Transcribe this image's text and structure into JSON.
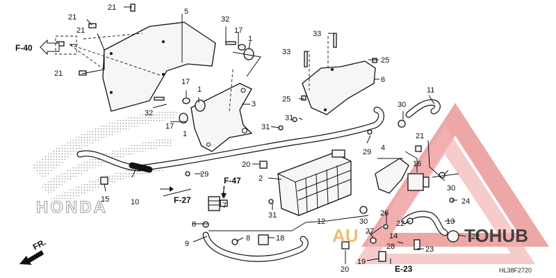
{
  "brand": {
    "name": "HONDA"
  },
  "watermark": {
    "text_prefix": "AU",
    "text_suffix": "TOHUB",
    "accent": "#e88a8a",
    "hub_color": "#2b2b2b"
  },
  "code": "HL38F2720",
  "refs": {
    "f40": "F-40",
    "f47": "F-47",
    "f27": "F-27",
    "e23": "E-23",
    "fr": "FR."
  },
  "labels": {
    "p1a": "1",
    "p1b": "1",
    "p1c": "1",
    "p2": "2",
    "p3": "3",
    "p4": "4",
    "p5": "5",
    "p6": "6",
    "p7": "7",
    "p8a": "8",
    "p8b": "8",
    "p9": "9",
    "p10": "10",
    "p11": "11",
    "p12": "12",
    "p13": "13",
    "p14": "14",
    "p15": "15",
    "p16": "16",
    "p17a": "17",
    "p17b": "17",
    "p17c": "17",
    "p18": "18",
    "p19": "19",
    "p20a": "20",
    "p20b": "20",
    "p21a": "21",
    "p21b": "21",
    "p21c": "21",
    "p21d": "21",
    "p22a": "22",
    "p22b": "22",
    "p23": "23",
    "p24": "24",
    "p25a": "25",
    "p25b": "25",
    "p26": "26",
    "p27": "27",
    "p28": "28",
    "p29a": "29",
    "p29b": "29",
    "p30a": "30",
    "p30b": "30",
    "p30c": "30",
    "p31a": "31",
    "p31b": "31",
    "p31c": "31",
    "p32a": "32",
    "p32b": "32",
    "p33a": "33",
    "p33b": "33"
  }
}
